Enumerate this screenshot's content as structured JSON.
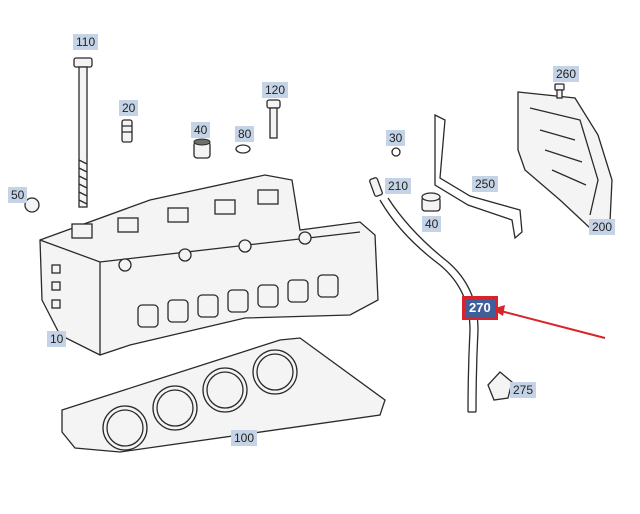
{
  "callouts": {
    "c10": "10",
    "c20": "20",
    "c30": "30",
    "c40a": "40",
    "c40b": "40",
    "c50": "50",
    "c80": "80",
    "c100": "100",
    "c110": "110",
    "c120": "120",
    "c200": "200",
    "c210": "210",
    "c250": "250",
    "c260": "260",
    "c270": "270",
    "c275": "275"
  },
  "colors": {
    "label_bg": "#c5d3e6",
    "highlight_bg": "#3f5f9b",
    "highlight_border": "#d8232a",
    "arrow": "#d8232a"
  }
}
